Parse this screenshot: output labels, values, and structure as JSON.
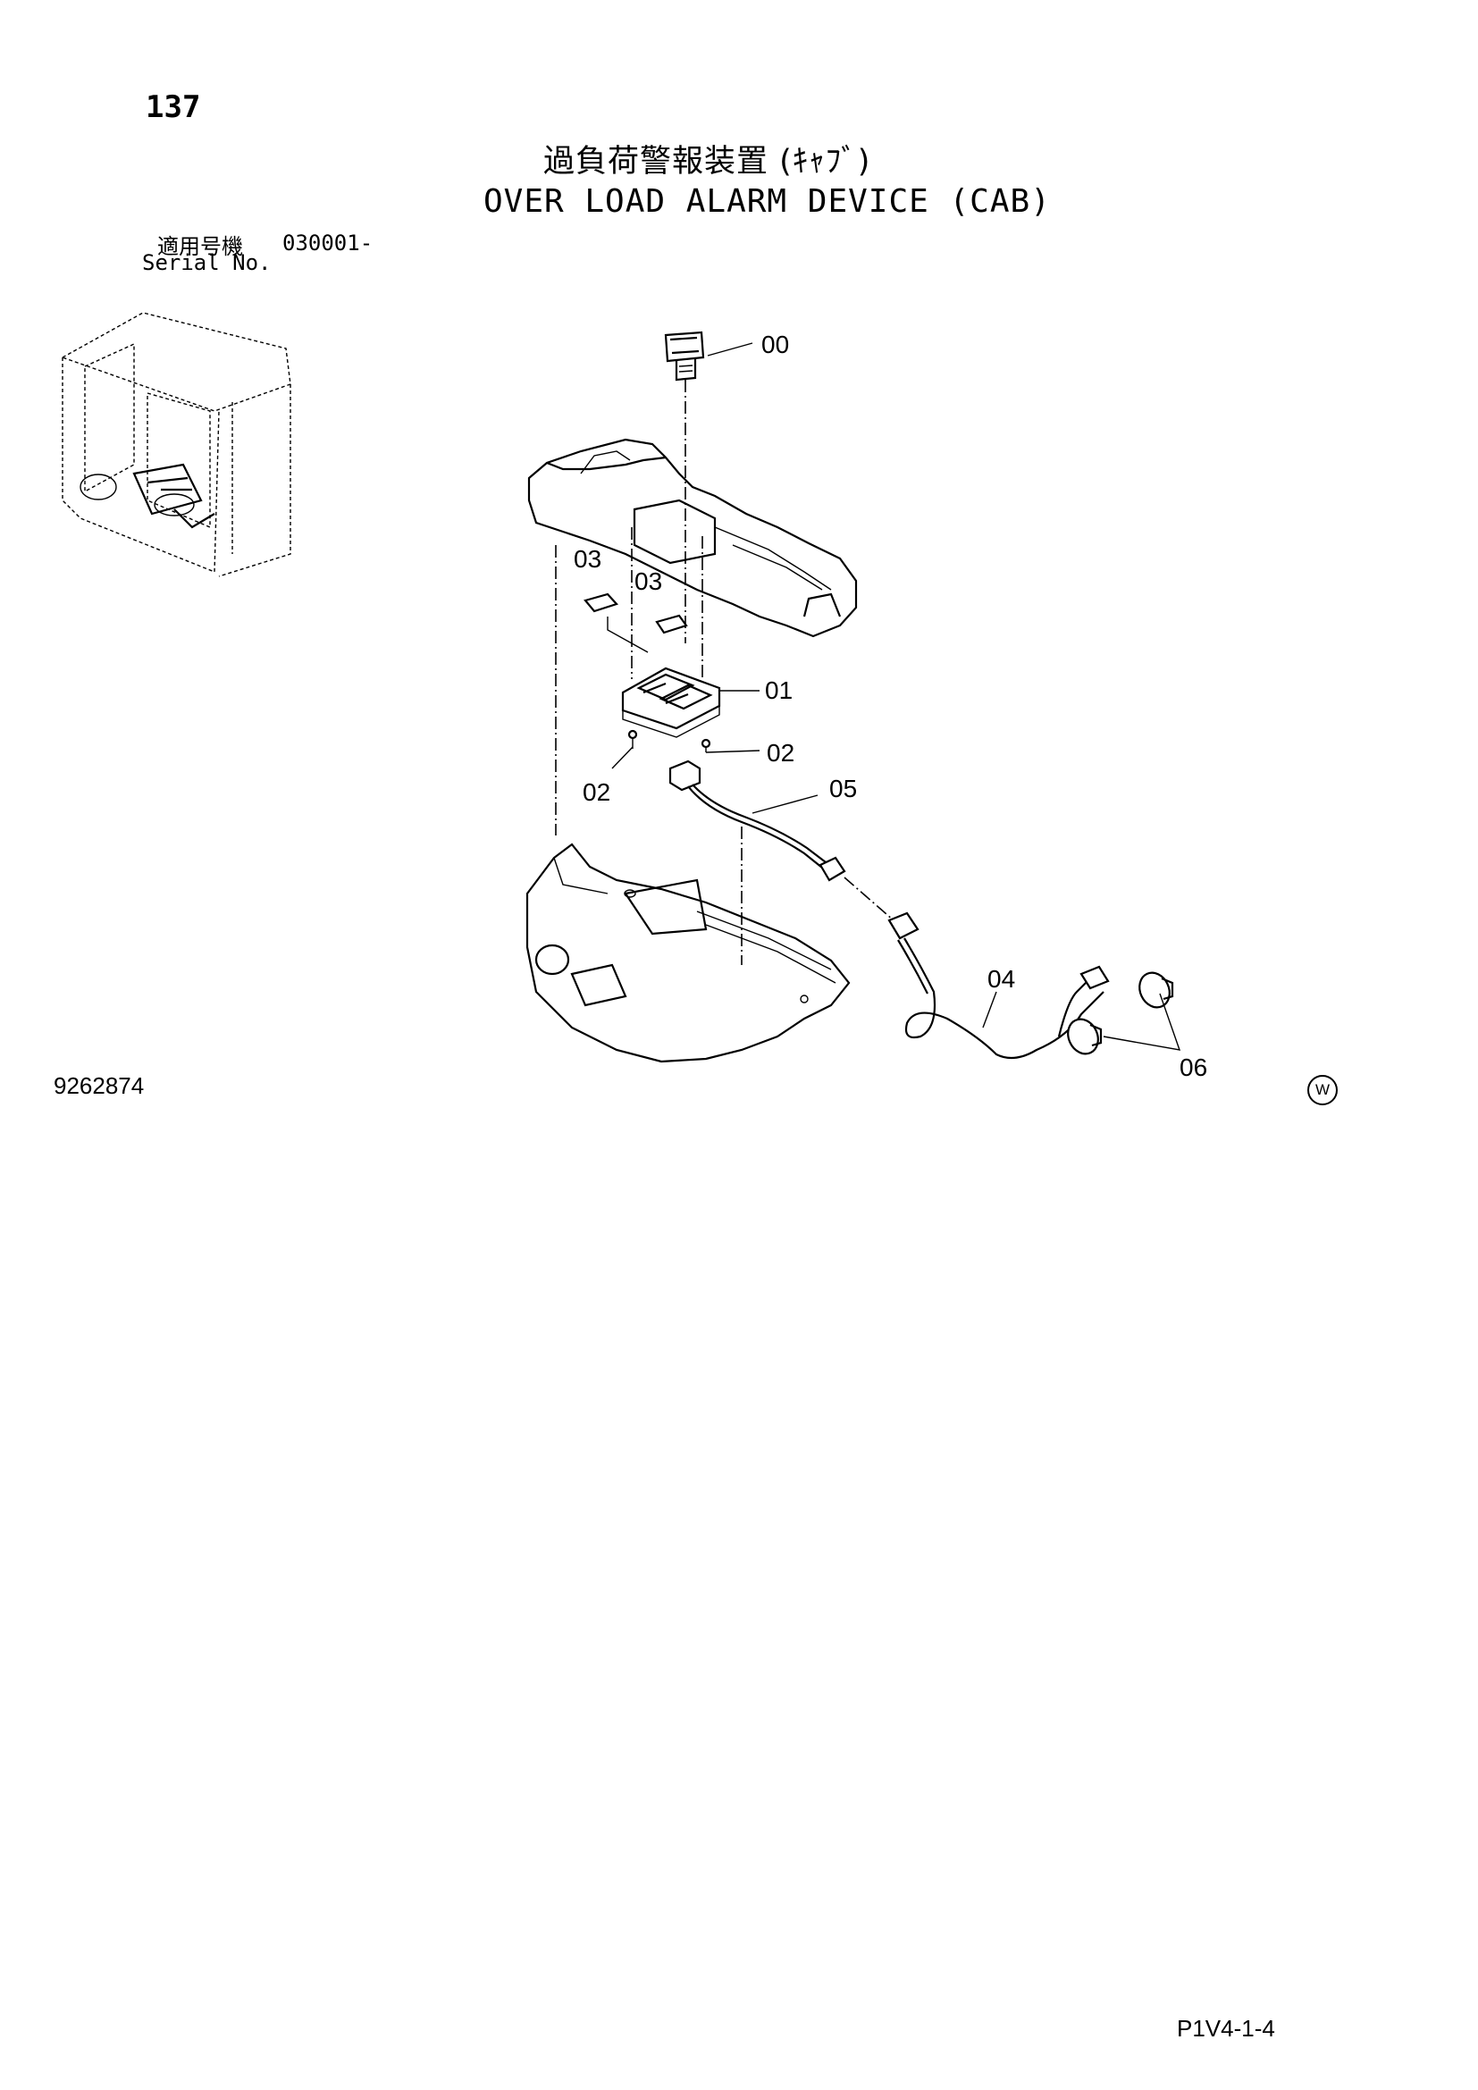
{
  "header": {
    "page_number": "137",
    "title_jp": "過負荷警報装置 (ｷｬﾌﾞ)",
    "title_en": "OVER LOAD ALARM DEVICE (CAB)",
    "serial_label_jp": "適用号機",
    "serial_range": "030001-",
    "serial_label_en": "Serial No."
  },
  "diagram": {
    "callouts": [
      "00",
      "01",
      "02",
      "02",
      "03",
      "03",
      "04",
      "05",
      "06"
    ]
  },
  "footer": {
    "drawing_number": "9262874",
    "revision_mark": "W",
    "page_ref": "P1V4-1-4"
  }
}
